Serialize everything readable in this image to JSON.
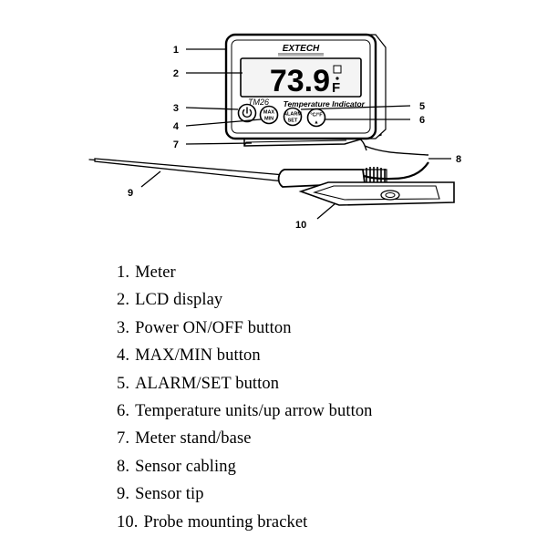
{
  "device": {
    "brand": "EXTECH",
    "model": "TM26",
    "subtitle": "Temperature Indicator",
    "reading": "73.9",
    "unit": "F",
    "buttons": {
      "max_min": [
        "MAX",
        "MIN"
      ],
      "alarm_set": [
        "ALARM",
        "SET"
      ],
      "units": "°C/°F",
      "units_arrow": "▲"
    }
  },
  "callouts": [
    {
      "number": "1",
      "label": "Meter"
    },
    {
      "number": "2",
      "label": "LCD display"
    },
    {
      "number": "3",
      "label": "Power ON/OFF button"
    },
    {
      "number": "4",
      "label": "MAX/MIN button"
    },
    {
      "number": "5",
      "label": "ALARM/SET button"
    },
    {
      "number": "6",
      "label": "Temperature units/up arrow button"
    },
    {
      "number": "7",
      "label": "Meter stand/base"
    },
    {
      "number": "8",
      "label": "Sensor cabling"
    },
    {
      "number": "9",
      "label": "Sensor tip"
    },
    {
      "number": "10",
      "label": "Probe mounting bracket"
    }
  ],
  "colors": {
    "ink": "#000000",
    "background": "#ffffff",
    "lcd": "#f4f4f4"
  },
  "icons": {
    "power": "power-icon",
    "up_arrow": "up-arrow-icon"
  }
}
